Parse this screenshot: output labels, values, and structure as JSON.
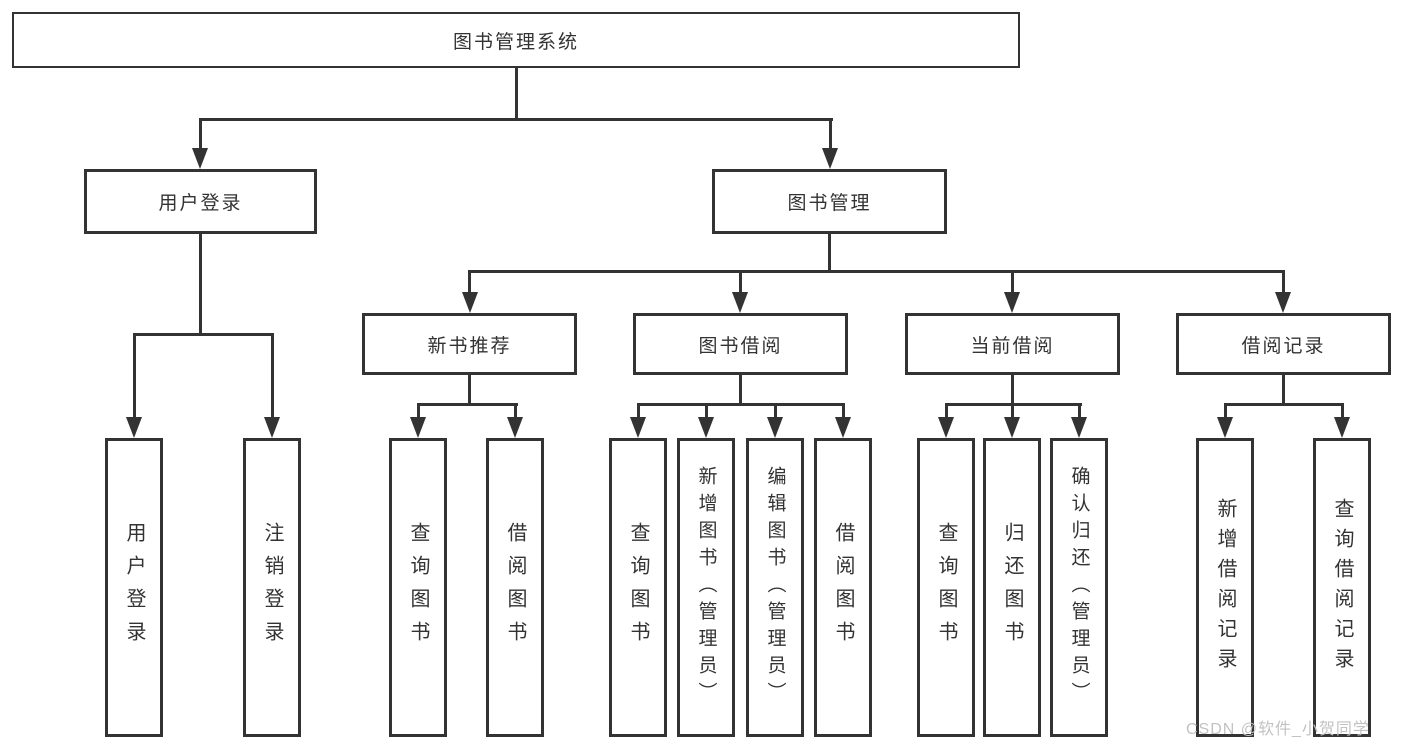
{
  "tree": {
    "root": {
      "label": "图书管理系统"
    },
    "user_login": {
      "label": "用户登录",
      "children": [
        {
          "label": "用户登录"
        },
        {
          "label": "注销登录"
        }
      ]
    },
    "book_mgmt": {
      "label": "图书管理",
      "sections": [
        {
          "label": "新书推荐",
          "children": [
            {
              "label": "查询图书"
            },
            {
              "label": "借阅图书"
            }
          ]
        },
        {
          "label": "图书借阅",
          "children": [
            {
              "label": "查询图书"
            },
            {
              "label": "新增图书（管理员）"
            },
            {
              "label": "编辑图书（管理员）"
            },
            {
              "label": "借阅图书"
            }
          ]
        },
        {
          "label": "当前借阅",
          "children": [
            {
              "label": "查询图书"
            },
            {
              "label": "归还图书"
            },
            {
              "label": "确认归还（管理员）"
            }
          ]
        },
        {
          "label": "借阅记录",
          "children": [
            {
              "label": "新增借阅记录"
            },
            {
              "label": "查询借阅记录"
            }
          ]
        }
      ]
    }
  },
  "watermark": {
    "text": "CSDN @软件_小贺同学"
  },
  "colors": {
    "line": "#333333",
    "text": "#333333",
    "background": "#ffffff",
    "watermark": "#c2c2c2"
  }
}
